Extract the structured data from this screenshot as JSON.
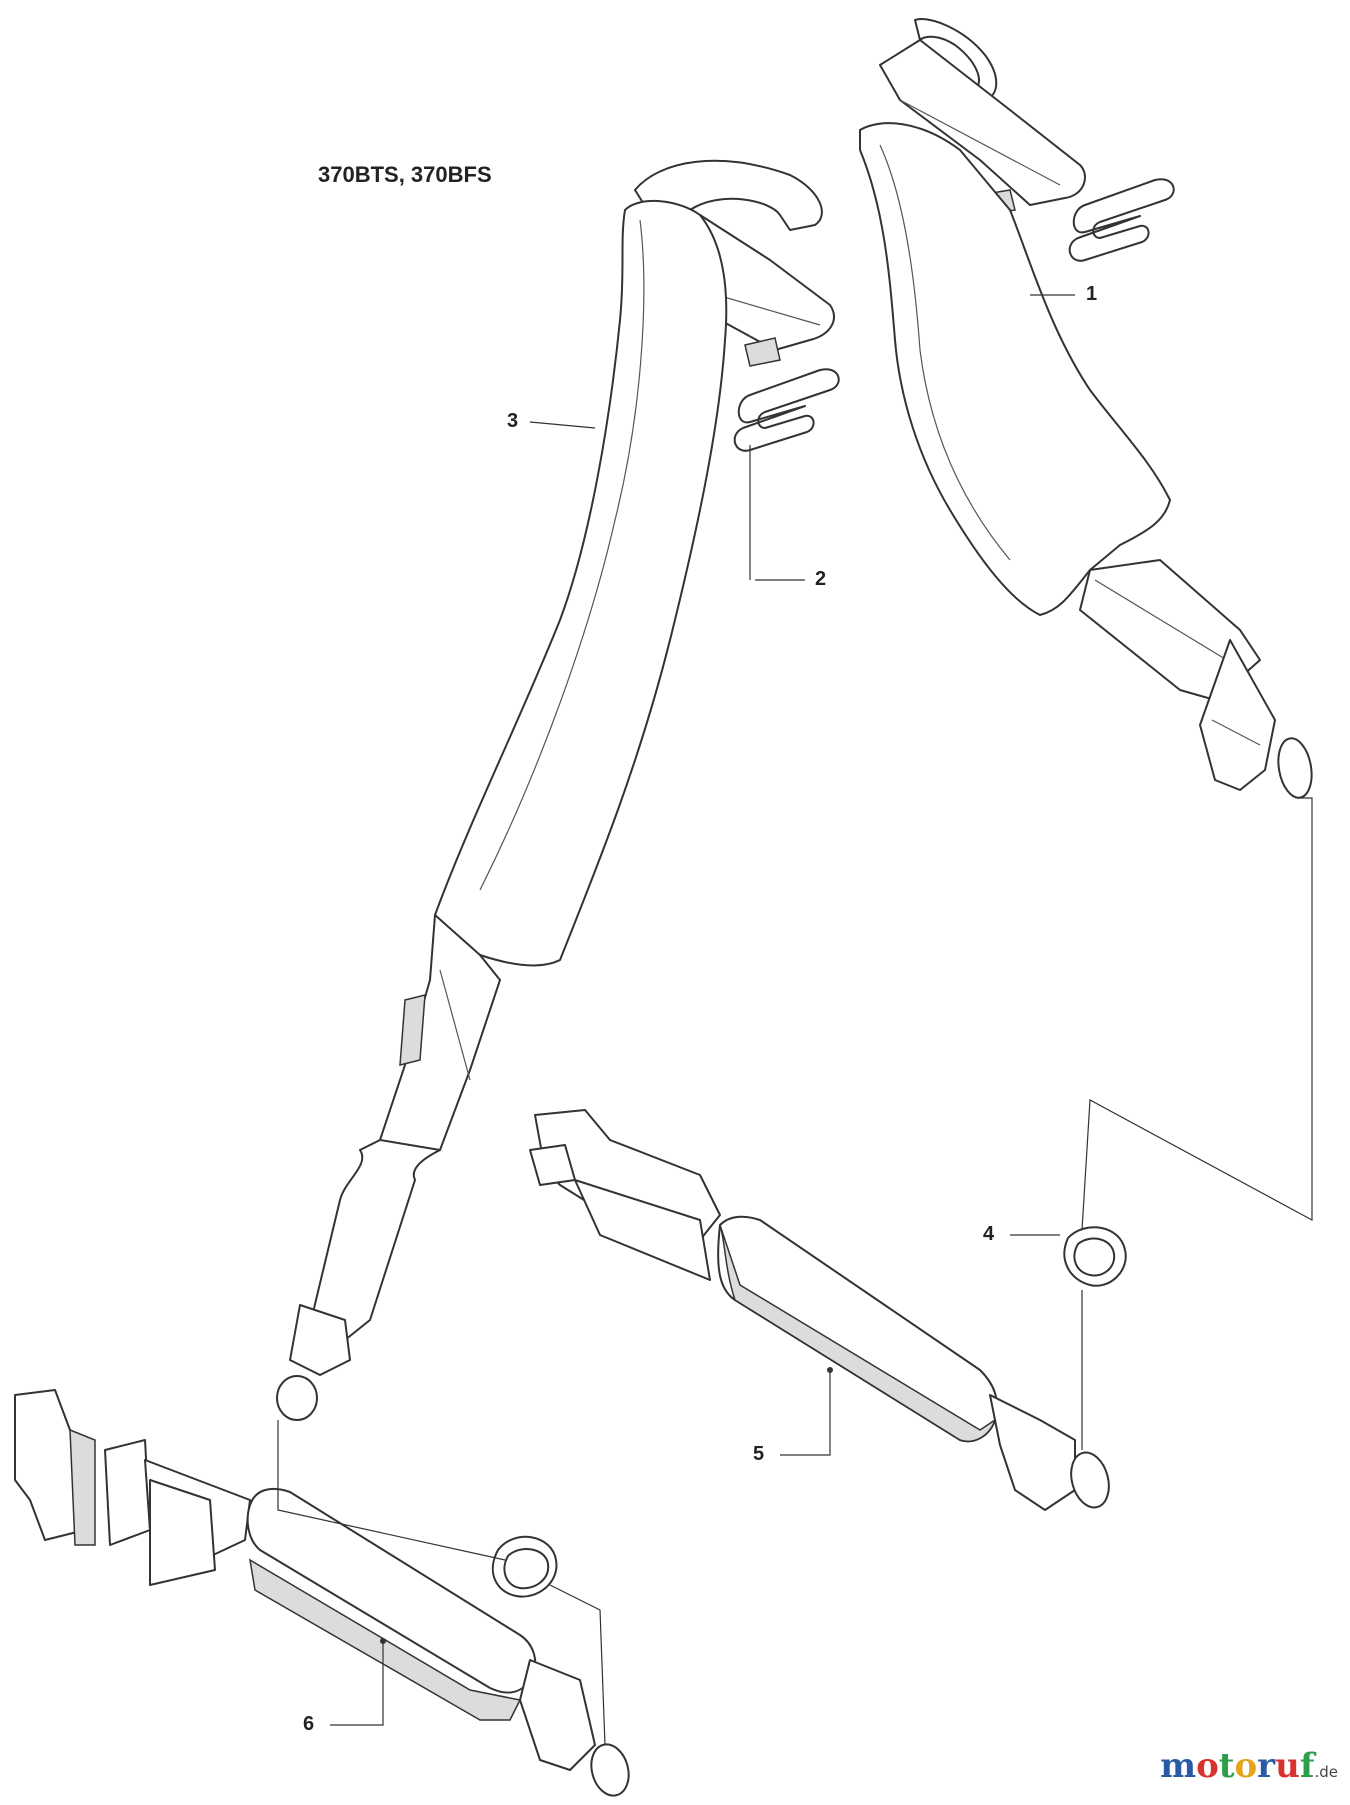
{
  "title": "370BTS, 370BFS",
  "callouts": [
    {
      "id": "1",
      "label": "1"
    },
    {
      "id": "2",
      "label": "2"
    },
    {
      "id": "3",
      "label": "3"
    },
    {
      "id": "4",
      "label": "4"
    },
    {
      "id": "5",
      "label": "5"
    },
    {
      "id": "6",
      "label": "6"
    }
  ],
  "watermark": {
    "brand_letters": [
      "m",
      "o",
      "t",
      "o",
      "r",
      "u",
      "f"
    ],
    "brand_colors": [
      "#2a5aa6",
      "#d8322f",
      "#2e9e4b",
      "#e6a41a",
      "#2a5aa6",
      "#d8322f",
      "#2e9e4b"
    ],
    "suffix": ".de"
  }
}
